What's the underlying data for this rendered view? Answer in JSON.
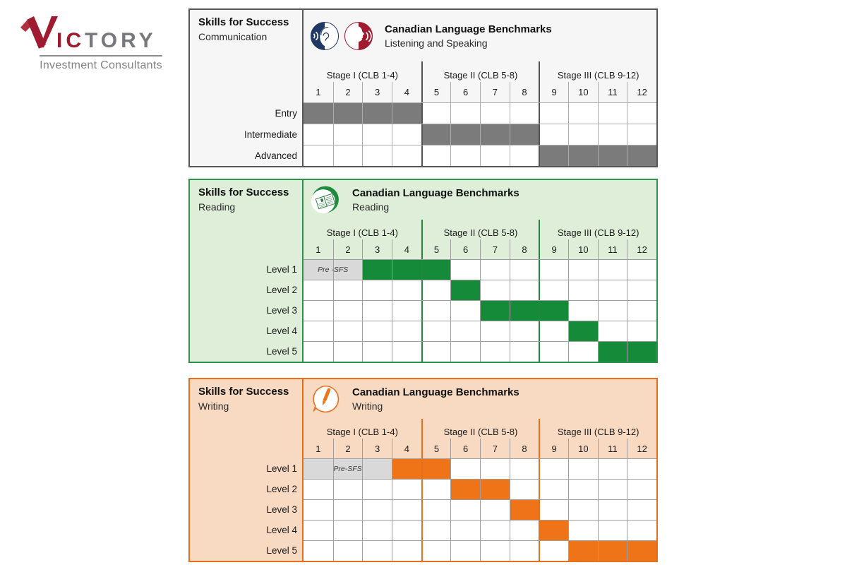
{
  "logo": {
    "brand_red": "IC",
    "brand_gray": "TORY",
    "tagline": "Investment Consultants"
  },
  "shared": {
    "left_title": "Skills for Success",
    "right_title": "Canadian Language Benchmarks",
    "stage_labels": [
      "Stage I (CLB 1-4)",
      "Stage II (CLB 5-8)",
      "Stage III (CLB 9-12)"
    ],
    "clb_numbers": [
      "1",
      "2",
      "3",
      "4",
      "5",
      "6",
      "7",
      "8",
      "9",
      "10",
      "11",
      "12"
    ]
  },
  "tables": [
    {
      "name": "communication",
      "left_subtitle": "Communication",
      "right_subtitle": "Listening and Speaking",
      "icons": [
        "listening-icon",
        "speaking-icon"
      ],
      "colors": {
        "border": "#55575A",
        "divider": "#515356",
        "fill": "#7B7B7B",
        "header_bg": "#F6F6F6",
        "grid_line": "#ACACAC"
      },
      "rows": [
        {
          "label": "Entry",
          "filled_clb": [
            1,
            2,
            3,
            4
          ]
        },
        {
          "label": "Intermediate",
          "filled_clb": [
            5,
            6,
            7,
            8
          ]
        },
        {
          "label": "Advanced",
          "filled_clb": [
            9,
            10,
            11,
            12
          ]
        }
      ]
    },
    {
      "name": "reading",
      "left_subtitle": "Reading",
      "right_subtitle": "Reading",
      "icons": [
        "reading-icon"
      ],
      "colors": {
        "border": "#2B9448",
        "divider": "#20873C",
        "fill": "#158A39",
        "header_bg": "#DFEED9",
        "grid_line": "#9E9E9E"
      },
      "rows": [
        {
          "label": "Level 1",
          "pre_sfs": {
            "text": "Pre -SFS",
            "clb": [
              1,
              2
            ]
          },
          "filled_clb": [
            3,
            4,
            5
          ]
        },
        {
          "label": "Level 2",
          "filled_clb": [
            6
          ]
        },
        {
          "label": "Level 3",
          "filled_clb": [
            7,
            8,
            9
          ]
        },
        {
          "label": "Level 4",
          "filled_clb": [
            10
          ]
        },
        {
          "label": "Level 5",
          "filled_clb": [
            11,
            12
          ]
        }
      ]
    },
    {
      "name": "writing",
      "left_subtitle": "Writing",
      "right_subtitle": "Writing",
      "icons": [
        "writing-icon"
      ],
      "colors": {
        "border": "#E76F1C",
        "divider": "#E76F1C",
        "fill": "#EF7418",
        "header_bg": "#F8DAC3",
        "grid_line": "#9E9E9E"
      },
      "rows": [
        {
          "label": "Level 1",
          "pre_sfs": {
            "text": "Pre-SFS",
            "clb": [
              1,
              2,
              3
            ]
          },
          "filled_clb": [
            4,
            5
          ]
        },
        {
          "label": "Level 2",
          "filled_clb": [
            6,
            7
          ]
        },
        {
          "label": "Level 3",
          "filled_clb": [
            8
          ]
        },
        {
          "label": "Level 4",
          "filled_clb": [
            9
          ]
        },
        {
          "label": "Level 5",
          "filled_clb": [
            10,
            11,
            12
          ]
        }
      ]
    }
  ],
  "chart_data": [
    {
      "type": "table",
      "title": "Skills for Success Communication vs Canadian Language Benchmarks Listening and Speaking",
      "stages": [
        "Stage I (CLB 1-4)",
        "Stage II (CLB 5-8)",
        "Stage III (CLB 9-12)"
      ],
      "columns": [
        1,
        2,
        3,
        4,
        5,
        6,
        7,
        8,
        9,
        10,
        11,
        12
      ],
      "rows": [
        {
          "name": "Entry",
          "clb": [
            1,
            2,
            3,
            4
          ]
        },
        {
          "name": "Intermediate",
          "clb": [
            5,
            6,
            7,
            8
          ]
        },
        {
          "name": "Advanced",
          "clb": [
            9,
            10,
            11,
            12
          ]
        }
      ],
      "fill_color": "#7B7B7B"
    },
    {
      "type": "table",
      "title": "Skills for Success Reading vs Canadian Language Benchmarks Reading",
      "stages": [
        "Stage I (CLB 1-4)",
        "Stage II (CLB 5-8)",
        "Stage III (CLB 9-12)"
      ],
      "columns": [
        1,
        2,
        3,
        4,
        5,
        6,
        7,
        8,
        9,
        10,
        11,
        12
      ],
      "rows": [
        {
          "name": "Level 1",
          "pre_sfs_clb": [
            1,
            2
          ],
          "clb": [
            3,
            4,
            5
          ]
        },
        {
          "name": "Level 2",
          "clb": [
            6
          ]
        },
        {
          "name": "Level 3",
          "clb": [
            7,
            8,
            9
          ]
        },
        {
          "name": "Level 4",
          "clb": [
            10
          ]
        },
        {
          "name": "Level 5",
          "clb": [
            11,
            12
          ]
        }
      ],
      "fill_color": "#158A39"
    },
    {
      "type": "table",
      "title": "Skills for Success Writing vs Canadian Language Benchmarks Writing",
      "stages": [
        "Stage I (CLB 1-4)",
        "Stage II (CLB 5-8)",
        "Stage III (CLB 9-12)"
      ],
      "columns": [
        1,
        2,
        3,
        4,
        5,
        6,
        7,
        8,
        9,
        10,
        11,
        12
      ],
      "rows": [
        {
          "name": "Level 1",
          "pre_sfs_clb": [
            1,
            2,
            3
          ],
          "clb": [
            4,
            5
          ]
        },
        {
          "name": "Level 2",
          "clb": [
            6,
            7
          ]
        },
        {
          "name": "Level 3",
          "clb": [
            8
          ]
        },
        {
          "name": "Level 4",
          "clb": [
            9
          ]
        },
        {
          "name": "Level 5",
          "clb": [
            10,
            11,
            12
          ]
        }
      ],
      "fill_color": "#EF7418"
    }
  ]
}
